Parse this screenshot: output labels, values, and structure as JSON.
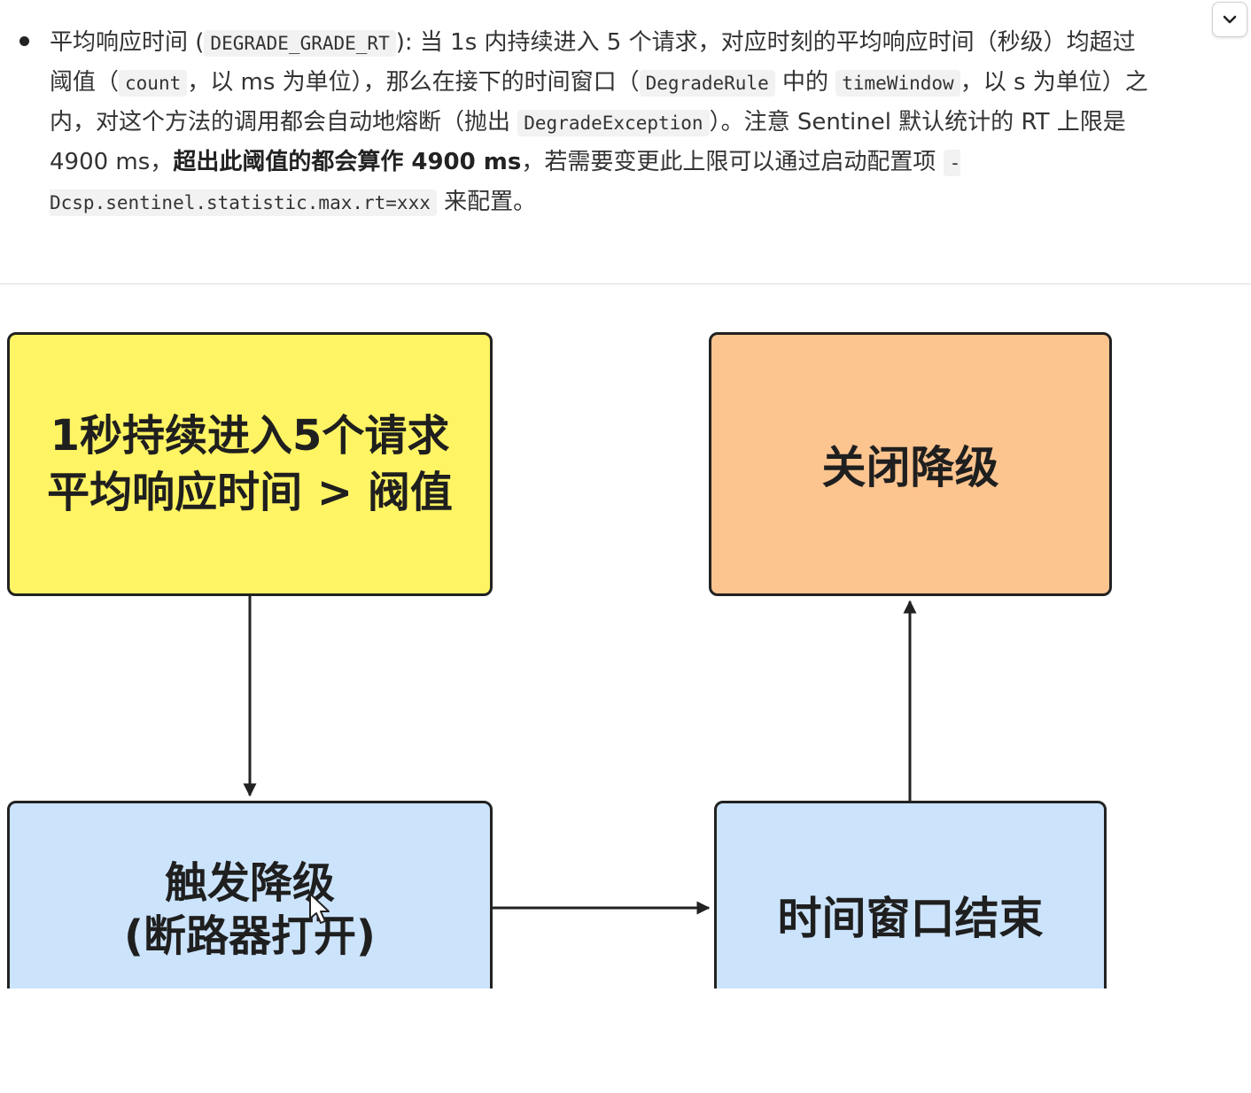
{
  "doc": {
    "p1": "平均响应时间 (",
    "c1": "DEGRADE_GRADE_RT",
    "p2": "): 当 1s 内持续进入 5 个请求，对应时刻的平均响应时间（秒级）均超过阈值（",
    "c2": "count",
    "p3": "，以 ms 为单位），那么在接下的时间窗口（",
    "c3": "DegradeRule",
    "p4": " 中的 ",
    "c4": "timeWindow",
    "p5": "，以 s 为单位）之内，对这个方法的调用都会自动地熔断（抛出 ",
    "c5": "DegradeException",
    "p6": "）。注意 Sentinel 默认统计的 RT 上限是 4900 ms，",
    "bold": "超出此阈值的都会算作 4900 ms",
    "p7": "，若需要变更此上限可以通过启动配置项 ",
    "c6": "-Dcsp.sentinel.statistic.max.rt=xxx",
    "p8": " 来配置。"
  },
  "diagram": {
    "box_condition": {
      "line1": "1秒持续进入5个请求",
      "line2": "平均响应时间 > 阀值"
    },
    "box_close": "关闭降级",
    "box_trigger": {
      "line1": "触发降级",
      "line2": "(断路器打开)"
    },
    "box_window_end": "时间窗口结束",
    "colors": {
      "condition": "#fff463",
      "close": "#fcc48f",
      "trigger": "#cbe3fb",
      "window_end": "#cbe3fb"
    }
  },
  "icons": {
    "toggle": "chevron-down-icon",
    "cursor": "mouse-cursor-icon"
  }
}
